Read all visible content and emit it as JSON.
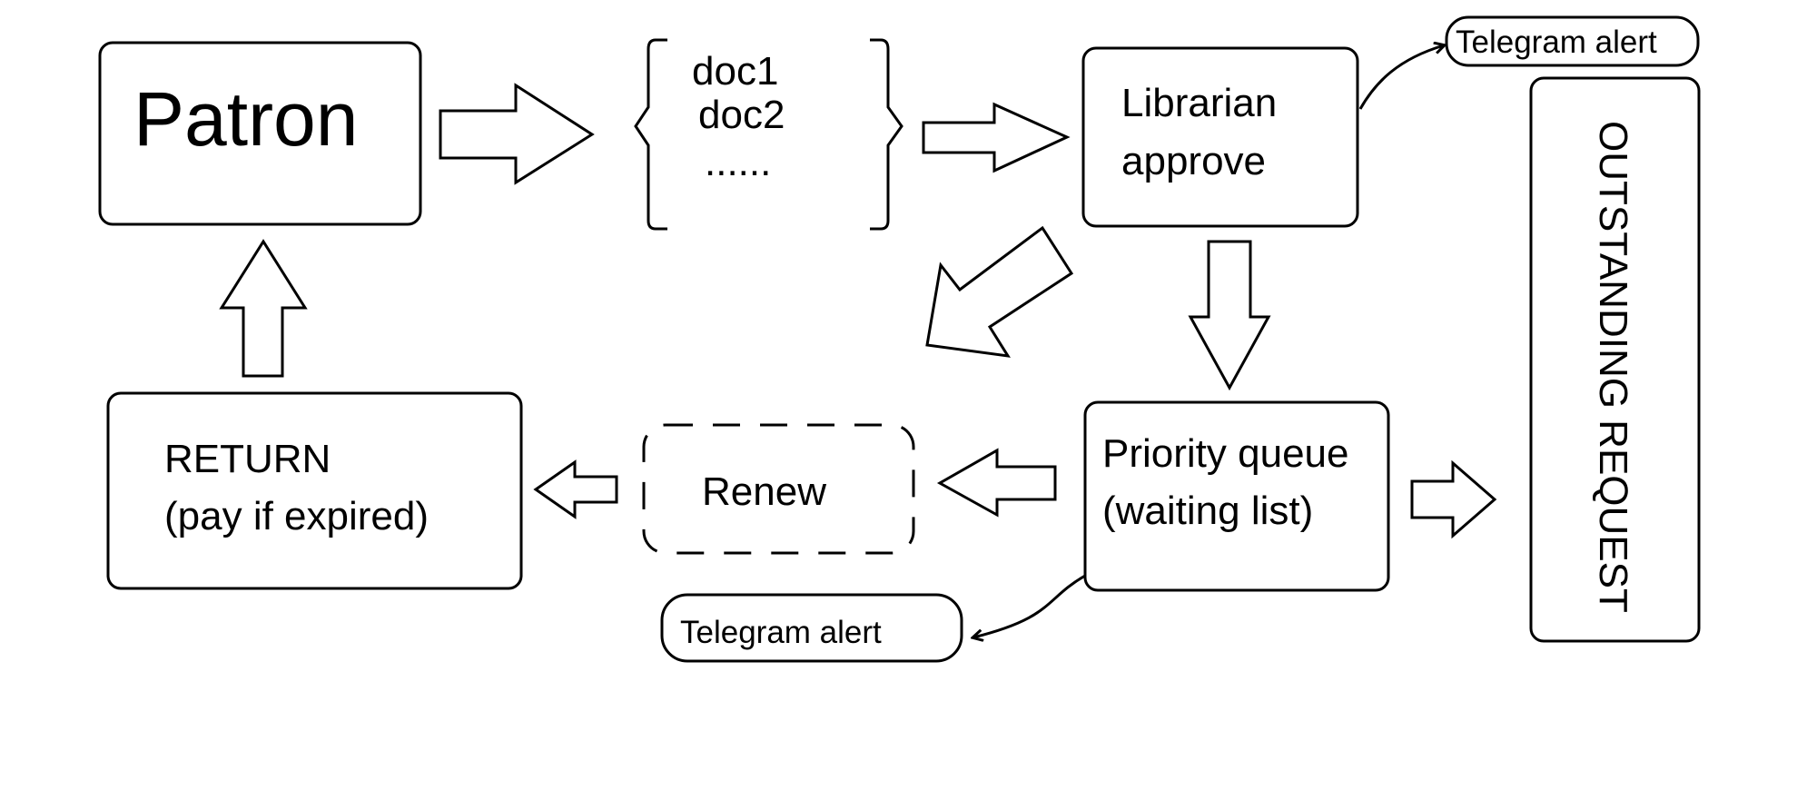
{
  "nodes": {
    "patron": "Patron",
    "docs": [
      "doc1",
      "doc2",
      "......"
    ],
    "librarian": [
      "Librarian",
      "approve"
    ],
    "telegram_alert_top": "Telegram alert",
    "outstanding_request": "OUTSTANDING REQUEST",
    "priority_queue": [
      "Priority queue",
      "(waiting list)"
    ],
    "renew": "Renew",
    "return": [
      "RETURN",
      "(pay if expired)"
    ],
    "telegram_alert_bottom": "Telegram alert"
  },
  "edges": [
    {
      "from": "Patron",
      "to": "docs"
    },
    {
      "from": "docs",
      "to": "Librarian approve"
    },
    {
      "from": "Librarian approve",
      "to": "Telegram alert"
    },
    {
      "from": "Librarian approve",
      "to": "Priority queue (waiting list)"
    },
    {
      "from": "Priority queue (waiting list)",
      "to": "OUTSTANDING REQUEST"
    },
    {
      "from": "Priority queue (waiting list)",
      "to": "Renew"
    },
    {
      "from": "Priority queue (waiting list)",
      "to": "Telegram alert"
    },
    {
      "from": "Renew",
      "to": "RETURN (pay if expired)"
    },
    {
      "from": "RETURN (pay if expired)",
      "to": "Patron"
    }
  ],
  "colors": {
    "stroke": "#000000",
    "fill": "#ffffff"
  }
}
